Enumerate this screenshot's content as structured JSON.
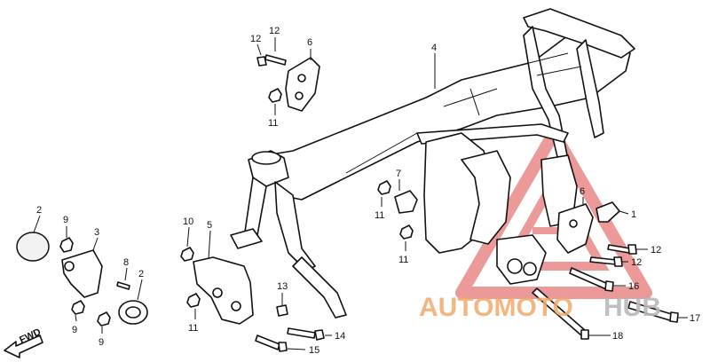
{
  "callouts": [
    {
      "id": "c4",
      "text": "4"
    },
    {
      "id": "c6a",
      "text": "6"
    },
    {
      "id": "c12a",
      "text": "12"
    },
    {
      "id": "c12b",
      "text": "12"
    },
    {
      "id": "c11a",
      "text": "11"
    },
    {
      "id": "c2a",
      "text": "2"
    },
    {
      "id": "c9a",
      "text": "9"
    },
    {
      "id": "c3",
      "text": "3"
    },
    {
      "id": "c8",
      "text": "8"
    },
    {
      "id": "c2b",
      "text": "2"
    },
    {
      "id": "c9b",
      "text": "9"
    },
    {
      "id": "c9c",
      "text": "9"
    },
    {
      "id": "c10",
      "text": "10"
    },
    {
      "id": "c5",
      "text": "5"
    },
    {
      "id": "c11b",
      "text": "11"
    },
    {
      "id": "c13",
      "text": "13"
    },
    {
      "id": "c14",
      "text": "14"
    },
    {
      "id": "c15",
      "text": "15"
    },
    {
      "id": "c7",
      "text": "7"
    },
    {
      "id": "c11c",
      "text": "11"
    },
    {
      "id": "c11d",
      "text": "11"
    },
    {
      "id": "c6b",
      "text": "6"
    },
    {
      "id": "c1",
      "text": "1"
    },
    {
      "id": "c12c",
      "text": "12"
    },
    {
      "id": "c12d",
      "text": "12"
    },
    {
      "id": "c16",
      "text": "16"
    },
    {
      "id": "c17",
      "text": "17"
    },
    {
      "id": "c18",
      "text": "18"
    }
  ],
  "fwd_label": "FWD",
  "watermark": {
    "text_a": "AUTOMOTO",
    "text_b": "HUB",
    "color_a": "#f2a96b",
    "color_b": "#b8b8b8",
    "logo_color": "#e57878"
  }
}
